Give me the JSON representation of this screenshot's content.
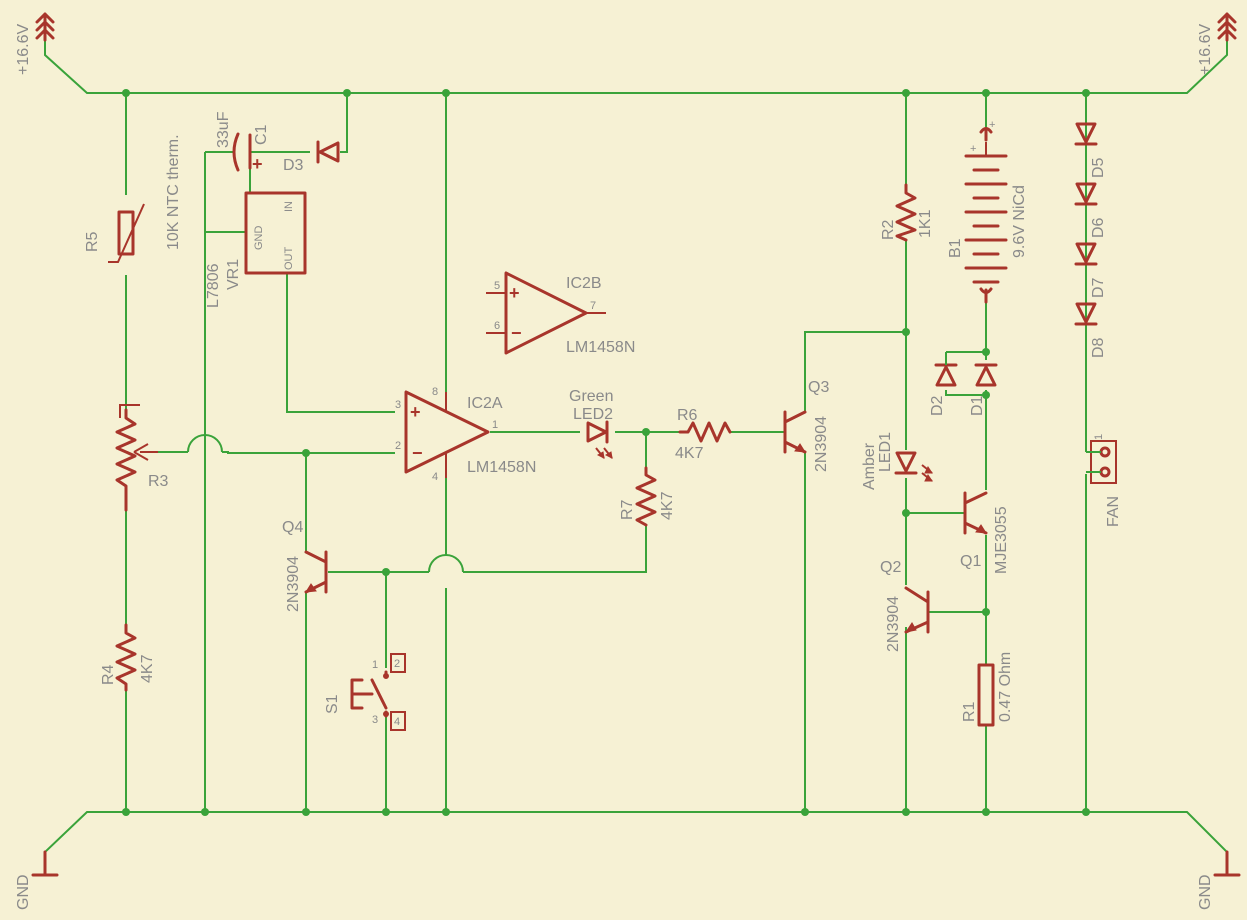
{
  "supply": {
    "left": "+16.6V",
    "right": "+16.6V"
  },
  "ground": {
    "left": "GND",
    "right": "GND"
  },
  "components": {
    "R5": {
      "ref": "R5",
      "value": "10K NTC therm."
    },
    "C1": {
      "ref": "C1",
      "value": "33uF"
    },
    "D3": {
      "ref": "D3"
    },
    "VR1": {
      "ref": "VR1",
      "value": "L7806",
      "pin_gnd": "GND",
      "pin_in": "IN",
      "pin_out": "OUT"
    },
    "IC2B": {
      "ref": "IC2B",
      "value": "LM1458N",
      "pin5": "5",
      "pin6": "6",
      "pin7": "7"
    },
    "IC2A": {
      "ref": "IC2A",
      "value": "LM1458N",
      "pin1": "1",
      "pin2": "2",
      "pin3": "3",
      "pin4": "4",
      "pin8": "8"
    },
    "R3": {
      "ref": "R3"
    },
    "LED2": {
      "ref": "LED2",
      "value": "Green"
    },
    "R6": {
      "ref": "R6",
      "value": "4K7"
    },
    "R7": {
      "ref": "R7",
      "value": "4K7"
    },
    "Q3": {
      "ref": "Q3",
      "value": "2N3904"
    },
    "Q4": {
      "ref": "Q4",
      "value": "2N3904"
    },
    "R4": {
      "ref": "R4",
      "value": "4K7"
    },
    "S1": {
      "ref": "S1",
      "pin1": "1",
      "pin2": "2",
      "pin3": "3",
      "pin4": "4"
    },
    "R2": {
      "ref": "R2",
      "value": "1K1"
    },
    "B1": {
      "ref": "B1",
      "value": "9.6V NiCd"
    },
    "D1": {
      "ref": "D1"
    },
    "D2": {
      "ref": "D2"
    },
    "LED1": {
      "ref": "LED1",
      "value": "Amber"
    },
    "Q1": {
      "ref": "Q1",
      "value": "MJE3055"
    },
    "Q2": {
      "ref": "Q2",
      "value": "2N3904"
    },
    "R1": {
      "ref": "R1",
      "value": "0.47 Ohm"
    },
    "D5": {
      "ref": "D5"
    },
    "D6": {
      "ref": "D6"
    },
    "D7": {
      "ref": "D7"
    },
    "D8": {
      "ref": "D8"
    },
    "FAN": {
      "ref": "FAN",
      "pin1": "1"
    }
  },
  "colors": {
    "background": "#f6f1d4",
    "wire": "#3aa33a",
    "component": "#a8352b",
    "label": "#8a8a8a"
  }
}
